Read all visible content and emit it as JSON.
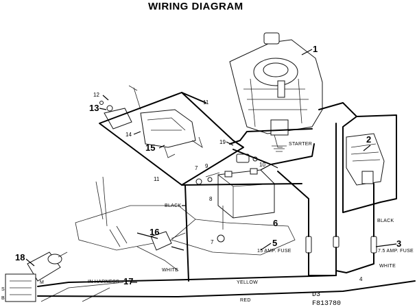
{
  "title": "WIRING DIAGRAM",
  "components": [
    {
      "number": "1"
    },
    {
      "number": "2"
    },
    {
      "number": "3"
    },
    {
      "number": "4"
    },
    {
      "number": "5"
    },
    {
      "number": "6"
    },
    {
      "number": "7"
    },
    {
      "number": "7"
    },
    {
      "number": "8"
    },
    {
      "number": "9"
    },
    {
      "number": "10"
    },
    {
      "number": "11"
    },
    {
      "number": "11"
    },
    {
      "number": "12"
    },
    {
      "number": "13"
    },
    {
      "number": "14"
    },
    {
      "number": "15"
    },
    {
      "number": "16"
    },
    {
      "number": "17"
    },
    {
      "number": "18"
    },
    {
      "number": "19"
    }
  ],
  "labels": {
    "starter": "STARTER",
    "fuse_5": "15 AMP. FUSE",
    "fuse_3": "7.5 AMP. FUSE",
    "black_left": "BLACK",
    "black_right": "BLACK",
    "white_left": "WHITE",
    "white_right": "WHITE",
    "in_harness": "IN HARNESS",
    "yellow": "YELLOW",
    "red": "RED",
    "m": "M",
    "s": "S",
    "b": "B"
  },
  "drawing": {
    "sheet": "D3",
    "code": "F813780"
  }
}
